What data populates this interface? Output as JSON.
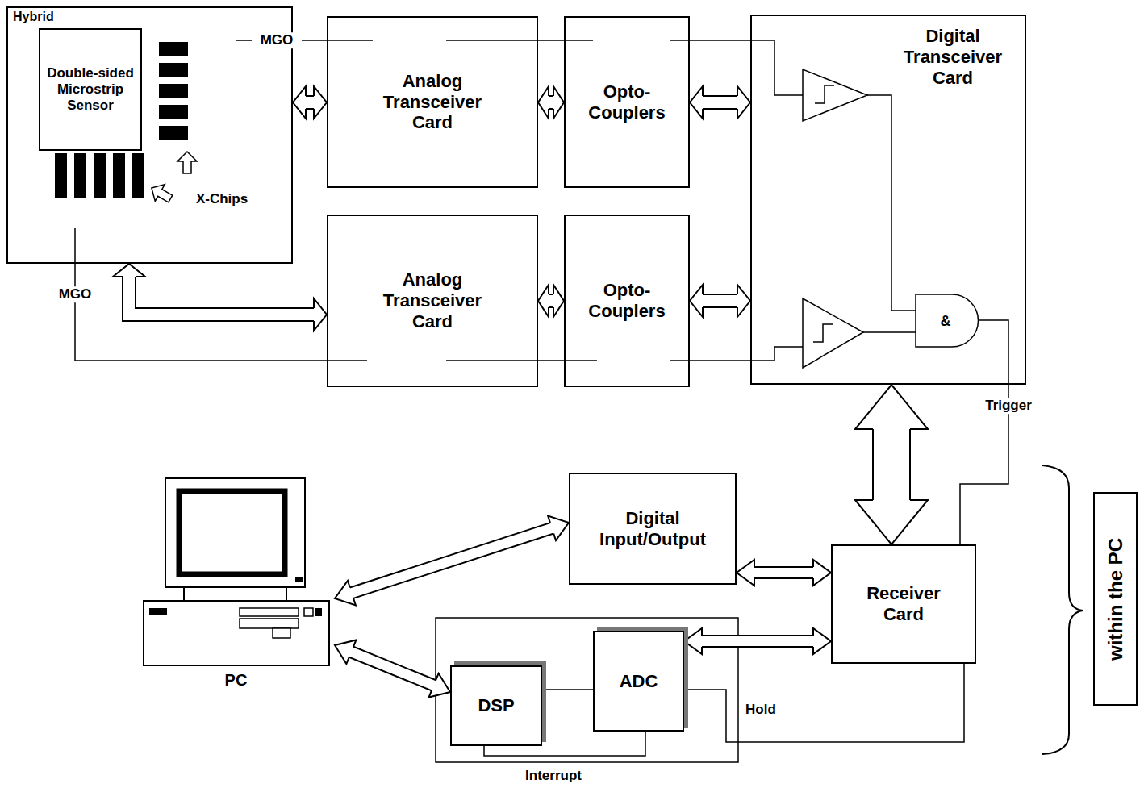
{
  "diagram": {
    "nodes": [
      {
        "text": [
          "Hybrid"
        ]
      },
      {
        "text": [
          "Double-sided Microstrip Sensor"
        ],
        "in": 0
      },
      {
        "text": [
          "Analog Transceiver Card"
        ]
      },
      {
        "text": [
          "Opto-Couplers"
        ]
      },
      {
        "text": [
          "Digital Transceiver Card"
        ]
      },
      {
        "text": [
          "Analog Transceiver Card"
        ]
      },
      {
        "text": [
          "Opto-Couplers"
        ]
      },
      {
        "text": [
          "PC"
        ]
      },
      {
        "text": [
          "Digital Input/Output"
        ]
      },
      {
        "text": [
          "Receiver Card"
        ]
      },
      {
        "text": [
          "DSP"
        ]
      },
      {
        "text": [
          "ADC"
        ]
      },
      {
        "text": [
          "within the PC"
        ]
      }
    ],
    "edges": [
      {
        "from": 0,
        "to": 2,
        "arrow": "both"
      },
      {
        "from": 2,
        "to": 3,
        "arrow": "both"
      },
      {
        "from": 3,
        "to": 4,
        "arrow": "both"
      },
      {
        "from": 0,
        "to": 5,
        "arrow": "both"
      },
      {
        "from": 5,
        "to": 6,
        "arrow": "both"
      },
      {
        "from": 6,
        "to": 4,
        "arrow": "both"
      },
      {
        "from": 4,
        "to": 9,
        "arrow": "both"
      },
      {
        "from": 7,
        "to": 8,
        "arrow": "both"
      },
      {
        "from": 8,
        "to": 9,
        "arrow": "both"
      },
      {
        "from": 7,
        "to": 10,
        "arrow": "both"
      },
      {
        "from": 11,
        "to": 9,
        "arrow": "both"
      },
      {
        "from": 10,
        "to": 11,
        "arrow": "none"
      },
      {
        "from": 4,
        "to": 9,
        "label": "Trigger",
        "arrow": "none"
      },
      {
        "from": 9,
        "to": 11,
        "label": "Hold",
        "arrow": "none"
      },
      {
        "from": 11,
        "to": 10,
        "label": "Interrupt",
        "arrow": "none"
      }
    ],
    "labels": [
      "MGO",
      "MGO",
      "X-Chips",
      "&"
    ]
  }
}
